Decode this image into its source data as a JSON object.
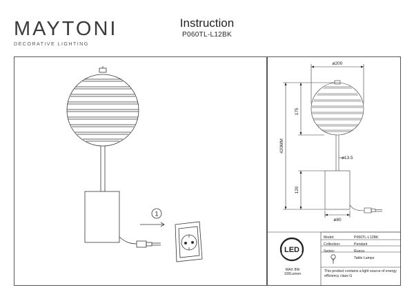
{
  "brand": {
    "name": "MAYTONI",
    "tagline": "DECORATIVE LIGHTING"
  },
  "header": {
    "title": "Instruction",
    "model": "P060TL-L12BK"
  },
  "step": {
    "number": "1"
  },
  "dimensions": {
    "shade_diameter": "ø200",
    "shade_height": "175",
    "total_height": "420MM",
    "rod_diameter": "ø13.5",
    "base_height": "120",
    "base_diameter": "ø80"
  },
  "spec": {
    "led_label": "LED",
    "power": "MAX 8W",
    "luminous_flux": "100Lumen",
    "rows": [
      {
        "label": "Model:",
        "value": "P060TL-L12BK"
      },
      {
        "label": "Collection:",
        "value": "Pendant"
      },
      {
        "label": "Series:",
        "value": "Rueca"
      },
      {
        "label": "",
        "value": "Table Lamps"
      }
    ],
    "note": "This product contains a light source of energy efficiency class G"
  },
  "colors": {
    "line": "#333333",
    "border": "#555555"
  }
}
